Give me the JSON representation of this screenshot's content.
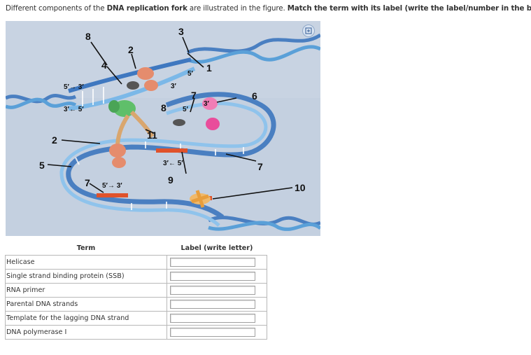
{
  "question": {
    "part1": "Different components of the ",
    "bold1": "DNA replication fork",
    "part2": " are illustrated in the figure. ",
    "bold2": "Match the term with its label (write the label/number in the blank)",
    "part3": "."
  },
  "figure": {
    "labels": {
      "n1": "1",
      "n2": "2",
      "n3": "3",
      "n4": "4",
      "n5": "5",
      "n6": "6",
      "n7a": "7",
      "n7b": "7",
      "n8a": "8",
      "n8b": "8",
      "n9": "9",
      "n10": "10",
      "n11": "11"
    },
    "polarity": {
      "p_left_top": "5′→ 3′",
      "p_left_bot": "3′← 5′",
      "p_mid_top": "5′",
      "p_mid_top2": "3′",
      "p_mid_5": "5′",
      "p_mid_3": "3′",
      "p_lag": "3′← 5′",
      "p_bottom": "5′→ 3′"
    },
    "zoom_icon": "zoom-icon"
  },
  "table": {
    "header_term": "Term",
    "header_label": "Label (write letter)",
    "rows": [
      {
        "term": "Helicase",
        "value": ""
      },
      {
        "term": "Single strand binding protein (SSB)",
        "value": ""
      },
      {
        "term": "RNA primer",
        "value": ""
      },
      {
        "term": "Parental DNA strands",
        "value": ""
      },
      {
        "term": "Template for the lagging DNA strand",
        "value": ""
      },
      {
        "term": "DNA polymerase I",
        "value": ""
      }
    ]
  }
}
